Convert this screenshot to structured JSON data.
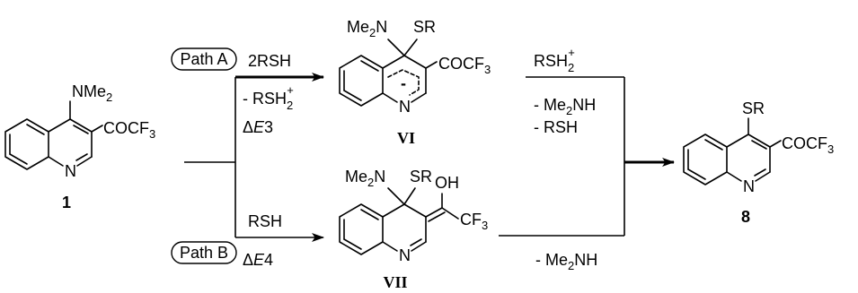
{
  "compounds": {
    "c1": {
      "number": "1",
      "amine": "NMe",
      "amine_sub": "2",
      "acyl": "COCF",
      "acyl_sub": "3",
      "ring_n": "N"
    },
    "vi": {
      "number": "VI",
      "amine": "Me",
      "amine_sub": "2",
      "amine_n": "N",
      "thio": "SR",
      "acyl": "COCF",
      "acyl_sub": "3",
      "ring_n": "N",
      "charge": "-"
    },
    "vii": {
      "number": "VII",
      "amine": "Me",
      "amine_sub": "2",
      "amine_n": "N",
      "thio": "SR",
      "hydroxyl": "OH",
      "cf": "CF",
      "cf_sub": "3",
      "ring_n": "N"
    },
    "c8": {
      "number": "8",
      "thio": "SR",
      "acyl": "COCF",
      "acyl_sub": "3",
      "ring_n": "N"
    }
  },
  "path_a": {
    "label": "Path A",
    "reagent": "2RSH",
    "byproduct_prefix": "- RSH",
    "byproduct_sub": "2",
    "byproduct_sup": "+",
    "energy_prefix": "Δ",
    "energy_var": "E",
    "energy_num": "3",
    "step2_reagent": "RSH",
    "step2_reagent_sub": "2",
    "step2_reagent_sup": "+",
    "step2_loss1_prefix": "- Me",
    "step2_loss1_sub": "2",
    "step2_loss1_suffix": "NH",
    "step2_loss2": "- RSH"
  },
  "path_b": {
    "label": "Path B",
    "reagent": "RSH",
    "energy_prefix": "Δ",
    "energy_var": "E",
    "energy_num": "4",
    "step2_loss_prefix": "- Me",
    "step2_loss_sub": "2",
    "step2_loss_suffix": "NH"
  }
}
